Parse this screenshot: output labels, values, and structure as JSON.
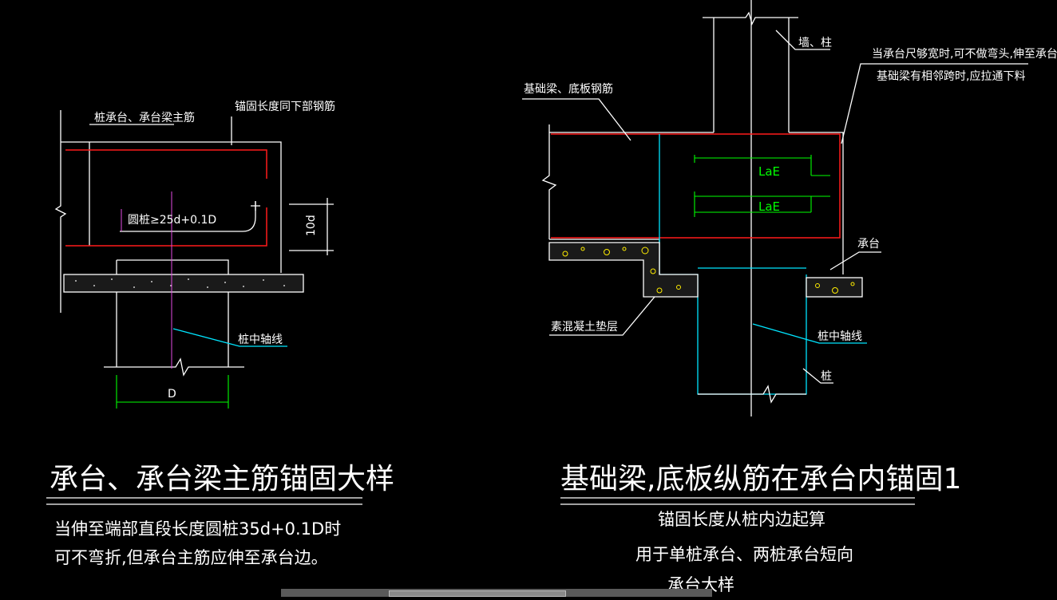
{
  "left_detail": {
    "label_main_bar": "桩承台、承台梁主筋",
    "label_anchor_length": "锚固长度同下部钢筋",
    "label_round_pile": "圆桩≥25d+0.1D",
    "label_10d": "10d",
    "label_pile_axis": "桩中轴线",
    "label_D": "D",
    "title": "承台、承台梁主筋锚固大样",
    "note_line1": "当伸至端部直段长度圆桩35d+0.1D时",
    "note_line2": "可不弯折,但承台主筋应伸至承台边。"
  },
  "right_detail": {
    "label_wall_column": "墙、柱",
    "label_note_top1": "当承台尺够宽时,可不做弯头,伸至承台边",
    "label_note_top2": "基础梁有相邻跨时,应拉通下料",
    "label_beam_bars": "基础梁、底板钢筋",
    "label_lae_1": "LaE",
    "label_lae_2": "LaE",
    "label_pile_cap": "承台",
    "label_plain_concrete": "素混凝土垫层",
    "label_pile_axis": "桩中轴线",
    "label_pile": "桩",
    "title": "基础梁,底板纵筋在承台内锚固1",
    "note_line1": "锚固长度从桩内边起算",
    "note_line2": "用于单桩承台、两桩承台短向",
    "note_line3": "承台大样"
  },
  "colors": {
    "background": "#000000",
    "rebar": "#ff1a1a",
    "dimension": "#00ff00",
    "leader": "#00e5ff",
    "axis": "#e24be2",
    "outline": "#ffffff"
  }
}
